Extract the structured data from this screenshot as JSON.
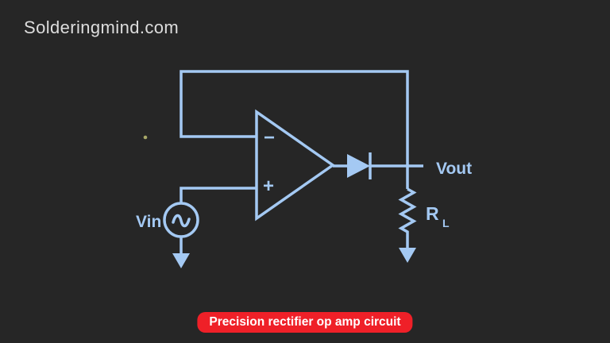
{
  "colors": {
    "background": "#262626",
    "line": "#A4C9F3",
    "header_text": "#DDDDDD",
    "badge_bg": "#EF2028",
    "badge_text": "#FFFFFF",
    "dot": "#A8A868"
  },
  "header": {
    "site": "Solderingmind.com"
  },
  "circuit": {
    "type": "schematic",
    "description": "precision rectifier using op amp",
    "components": [
      "op-amp",
      "diode",
      "ac-voltage-source",
      "load-resistor",
      "ground",
      "feedback-loop"
    ],
    "labels": {
      "vin": "Vin",
      "vout": "Vout",
      "resistor": "R",
      "resistor_sub": "L",
      "opamp_minus": "−",
      "opamp_plus": "+"
    }
  },
  "caption": {
    "text": "Precision rectifier op amp circuit"
  }
}
